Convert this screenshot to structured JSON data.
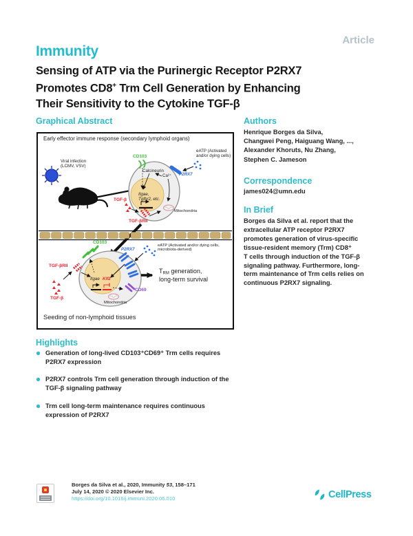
{
  "header": {
    "article_label": "Article",
    "journal": "Immunity"
  },
  "title": {
    "line1": "Sensing of ATP via the Purinergic Receptor P2RX7",
    "line2_pre": "Promotes CD8",
    "line2_sup": "+",
    "line2_post": " Trm Cell Generation by Enhancing",
    "line3": "Their Sensitivity to the Cytokine TGF-β"
  },
  "graphical_abstract": {
    "heading": "Graphical Abstract",
    "figure": {
      "panel_title": "Early effector immune response (secondary lymphoid organs)",
      "viral_line1": "Viral infection",
      "viral_line2": "(LCMV, VSV)",
      "cd103_top": "CD103",
      "calcineurin": "Calcineurin",
      "calcium": "Ca²⁺",
      "p2rx7_top": "P2RX7",
      "eatp_top_line1": "eATP (Activated",
      "eatp_top_line2": "and/or dying cells)",
      "genes_top_line1": "Itgae,",
      "genes_top_line2": "Tgfbr2, etc.",
      "mitochondria_top": "Mitochondria",
      "tgfb_top": "TGF-β",
      "tgfbrii_top": "TGF-βRII",
      "cd103_bottom": "CD103",
      "p2rx7_bottom": "P2RX7",
      "eatp_bottom_line1": "eATP (Activated and/or dying cells,",
      "eatp_bottom_line2": "microbiota-derived)",
      "tgfbrii_bottom": "TGF-βRII",
      "tgfb_bottom": "TGF-β",
      "gene_itgae": "Itgae",
      "gene_klf2": "Klf2",
      "cd69": "CD69",
      "mitochondria_bottom": "Mitochondria",
      "trm_pre": "T",
      "trm_sub": "RM",
      "trm_post": " generation,",
      "trm_line2": "long-term survival",
      "seeding": "Seeding of non-lymphoid tissues"
    }
  },
  "authors": {
    "heading": "Authors",
    "names": [
      "Henrique Borges da Silva,",
      "Changwei Peng, Haiguang Wang, ...,",
      "Alexander Khoruts, Nu Zhang,",
      "Stephen C. Jameson"
    ]
  },
  "correspondence": {
    "heading": "Correspondence",
    "email": "james024@umn.edu"
  },
  "in_brief": {
    "heading": "In Brief",
    "lines": [
      "Borges da Silva et al. report that the",
      "extracellular ATP receptor P2RX7",
      "promotes generation of virus-specific",
      "tissue-resident memory (Trm) CD8⁺",
      "T cells through induction of the TGF-β",
      "signaling pathway. Furthermore, long-",
      "term maintenance of Trm cells relies on",
      "continuous P2RX7 signaling."
    ]
  },
  "highlights": {
    "heading": "Highlights",
    "items": [
      {
        "line1": "Generation of long-lived CD103⁺CD69⁺ Trm cells requires",
        "line2": "P2RX7 expression"
      },
      {
        "line1": "P2RX7 controls Trm cell generation through induction of the",
        "line2": "TGF-β signaling pathway"
      },
      {
        "line1": "Trm cell long-term maintenance requires continuous",
        "line2": "expression of P2RX7"
      }
    ]
  },
  "footer": {
    "citation_pre": "Borges da Silva et al., 2020, Immunity ",
    "citation_volume": "53",
    "citation_post": ", 158–171",
    "citation_line2": "July 14, 2020 © 2020 Elsevier Inc.",
    "doi": "https://doi.org/10.1016/j.immuni.2020.06.010",
    "publisher": "CellPress"
  },
  "colors": {
    "teal_heading": "#2cbcca",
    "journal_teal": "#23bccb",
    "link_teal": "#4cc6d3",
    "article_gray": "#b3c2cb",
    "red": "#e8232d",
    "green": "#3fbf3a",
    "blue": "#2f6fe0",
    "purple": "#9150d0",
    "virus_blue": "#2b50d6",
    "nucleus_tan": "#f3da9c",
    "band_tan": "#c9ad6c"
  }
}
